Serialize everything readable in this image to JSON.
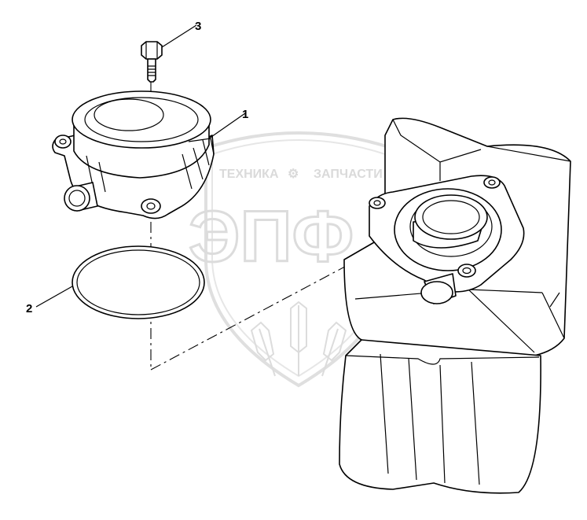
{
  "watermark": {
    "left_text": "ТЕХНИКА",
    "right_text": "ЗАПЧАСТИ",
    "logo_text": "ЭПФ"
  },
  "callouts": [
    {
      "id": "3",
      "label": "3"
    },
    {
      "id": "1",
      "label": "1"
    },
    {
      "id": "2",
      "label": "2"
    }
  ]
}
